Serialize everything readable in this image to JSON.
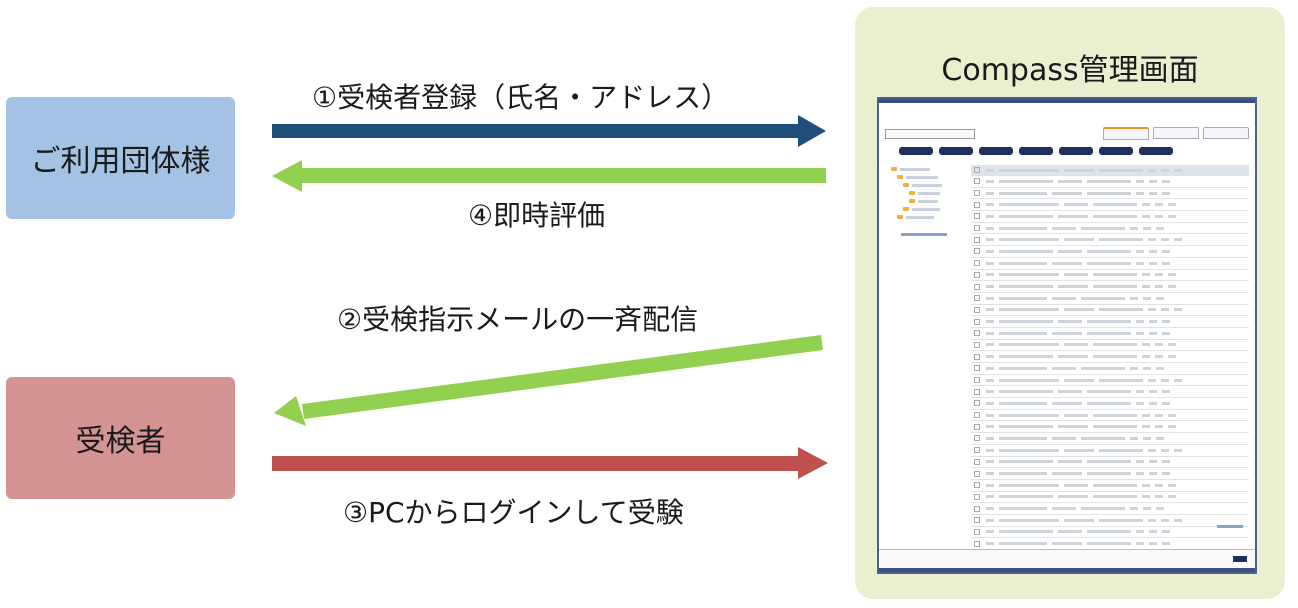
{
  "entities": {
    "organization": "ご利用団体様",
    "candidate": "受検者"
  },
  "flows": {
    "step1": "①受検者登録（氏名・アドレス）",
    "step2": "②受検指示メールの一斉配信",
    "step3": "③PCからログインして受験",
    "step4": "④即時評価"
  },
  "compass": {
    "title": "Compass管理画面"
  },
  "colors": {
    "step1_arrow": "#1f4e79",
    "step2_arrow": "#92d050",
    "step3_arrow": "#c0504d",
    "step4_arrow": "#92d050",
    "organization_box": "#a4c2e3",
    "candidate_box": "#d49494",
    "compass_panel": "#e9f0d0"
  }
}
